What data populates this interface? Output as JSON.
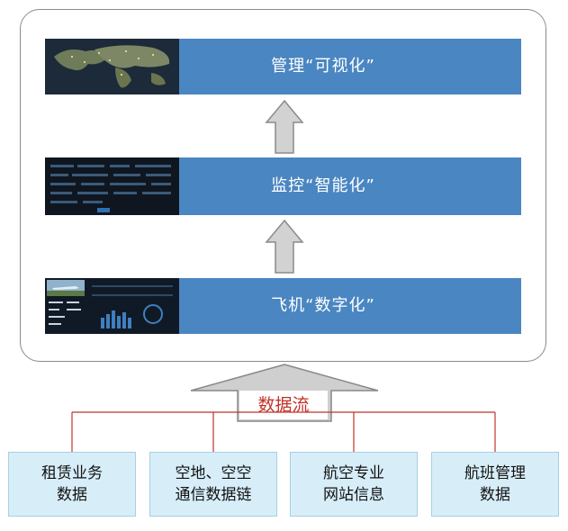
{
  "layers": [
    {
      "id": "management",
      "label": "管理“可视化”",
      "thumbnail": "world-map-dashboard"
    },
    {
      "id": "monitoring",
      "label": "监控“智能化”",
      "thumbnail": "monitoring-dashboard"
    },
    {
      "id": "aircraft",
      "label": "飞机“数字化”",
      "thumbnail": "aircraft-dashboard"
    }
  ],
  "flow": {
    "label": "数据流",
    "label_color": "#c0332a",
    "arrow_color": "#c9c9c9"
  },
  "sources": [
    {
      "line1": "租赁业务",
      "line2": "数据"
    },
    {
      "line1": "空地、空空",
      "line2": "通信数据链"
    },
    {
      "line1": "航空专业",
      "line2": "网站信息"
    },
    {
      "line1": "航班管理",
      "line2": "数据"
    }
  ],
  "colors": {
    "band": "#4a86c2",
    "source_fill": "#d7eef9",
    "connector": "#c0332a"
  }
}
